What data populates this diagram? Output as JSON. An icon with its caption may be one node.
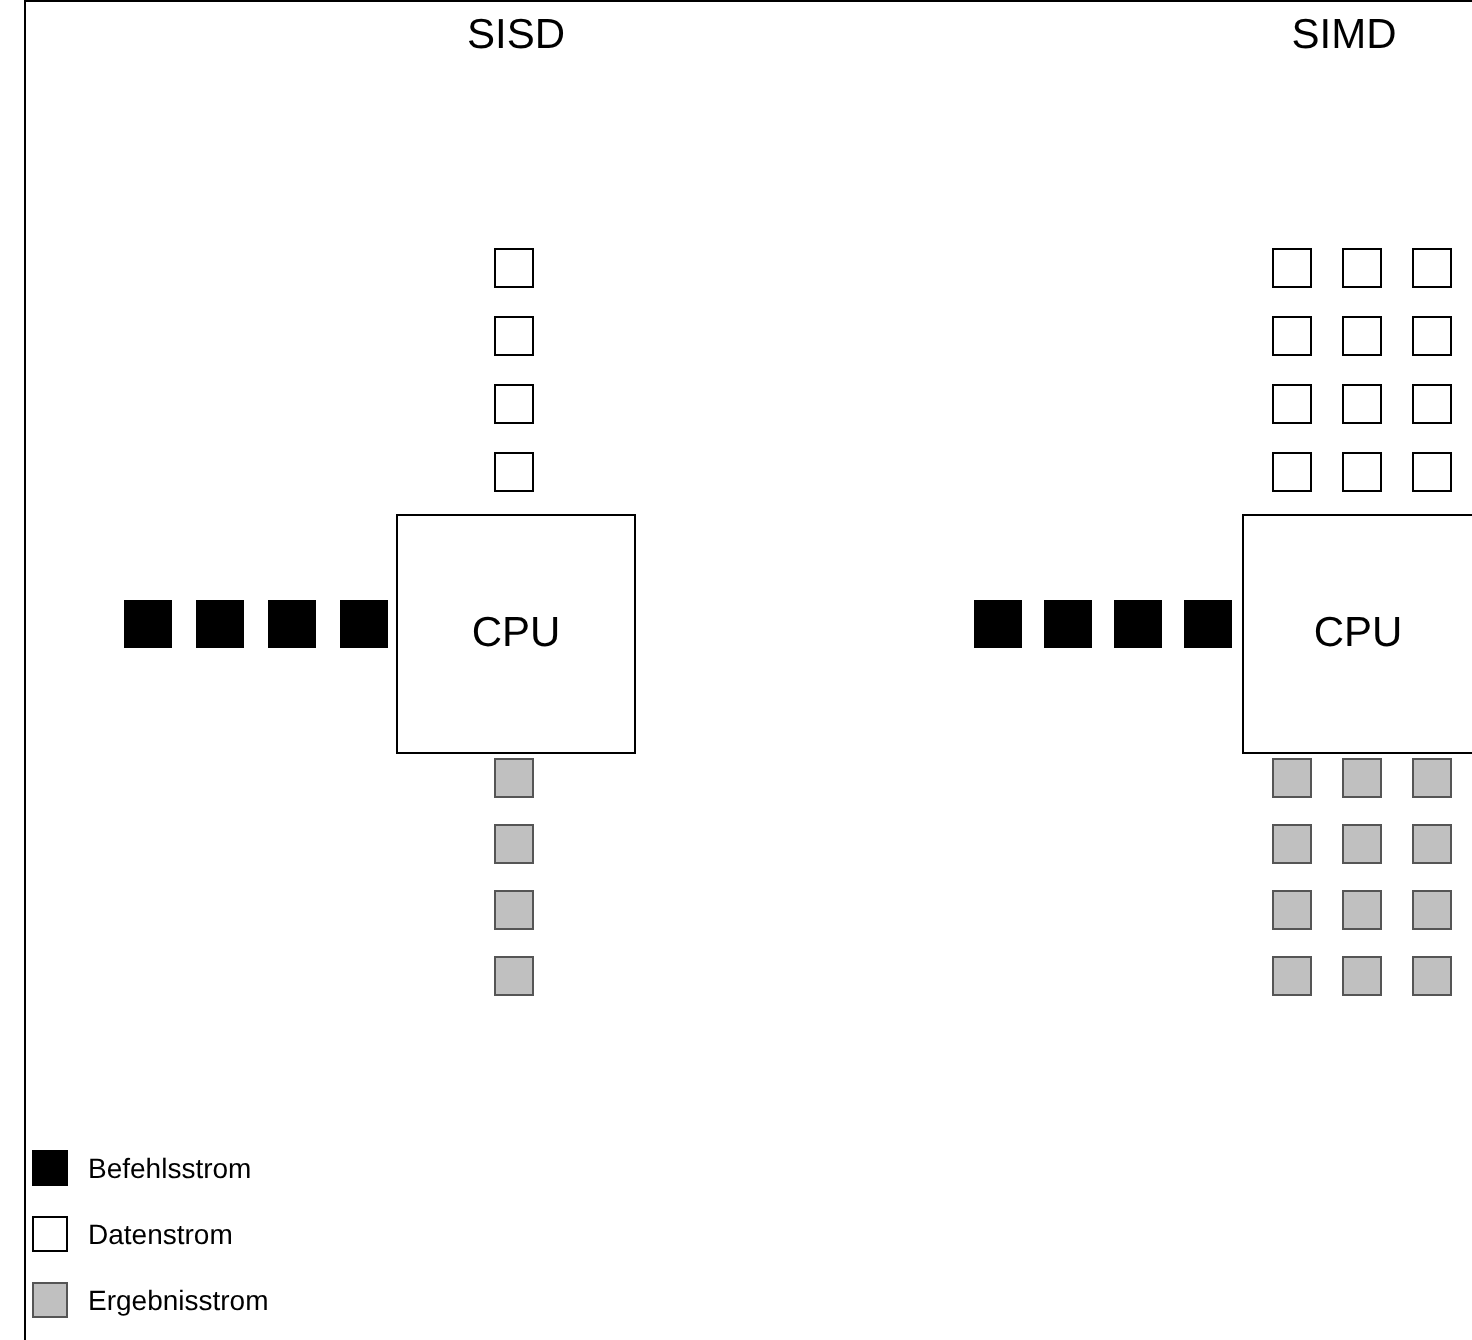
{
  "diagram": {
    "nodes": [
      {
        "text": [],
        "shape": "box"
      },
      {
        "text": [],
        "shape": "box"
      },
      {
        "text": [],
        "shape": "box"
      },
      {
        "text": [],
        "shape": "box"
      },
      {
        "text": [],
        "shape": "box"
      },
      {
        "text": [],
        "shape": "box"
      },
      {
        "text": [],
        "shape": "box"
      },
      {
        "text": [],
        "shape": "box"
      },
      {
        "text": [
          "CPU"
        ]
      },
      {
        "text": [],
        "shape": "box"
      },
      {
        "text": [],
        "shape": "box"
      },
      {
        "text": [],
        "shape": "box"
      },
      {
        "text": [],
        "shape": "box"
      },
      {
        "text": [],
        "shape": "box"
      },
      {
        "text": [],
        "shape": "box"
      },
      {
        "text": [],
        "shape": "box"
      },
      {
        "text": [],
        "shape": "box"
      },
      {
        "text": [],
        "shape": "box"
      },
      {
        "text": [],
        "shape": "box"
      },
      {
        "text": [],
        "shape": "box"
      },
      {
        "text": [],
        "shape": "box"
      },
      {
        "text": [],
        "shape": "box"
      },
      {
        "text": [],
        "shape": "box"
      },
      {
        "text": [],
        "shape": "box"
      },
      {
        "text": [],
        "shape": "box"
      },
      {
        "text": [],
        "shape": "box"
      },
      {
        "text": [],
        "shape": "box"
      },
      {
        "text": [],
        "shape": "box"
      },
      {
        "text": [],
        "shape": "box"
      },
      {
        "text": [
          "CPU"
        ]
      },
      {
        "text": [],
        "shape": "box"
      },
      {
        "text": [],
        "shape": "box"
      },
      {
        "text": [],
        "shape": "box"
      },
      {
        "text": [],
        "shape": "box"
      },
      {
        "text": [],
        "shape": "box"
      },
      {
        "text": [],
        "shape": "box"
      },
      {
        "text": [],
        "shape": "box"
      },
      {
        "text": [],
        "shape": "box"
      },
      {
        "text": [],
        "shape": "box"
      },
      {
        "text": [],
        "shape": "box"
      },
      {
        "text": [],
        "shape": "box"
      },
      {
        "text": [],
        "shape": "box"
      }
    ],
    "labels": [
      "SISD",
      "SIMD"
    ],
    "legend": [
      {
        "text": "Befehlsstrom",
        "color": "#000000"
      },
      {
        "text": "Datenstrom",
        "color": "#ffffff"
      },
      {
        "text": "Ergebnisstrom",
        "color": "#c0c0c0"
      }
    ]
  }
}
